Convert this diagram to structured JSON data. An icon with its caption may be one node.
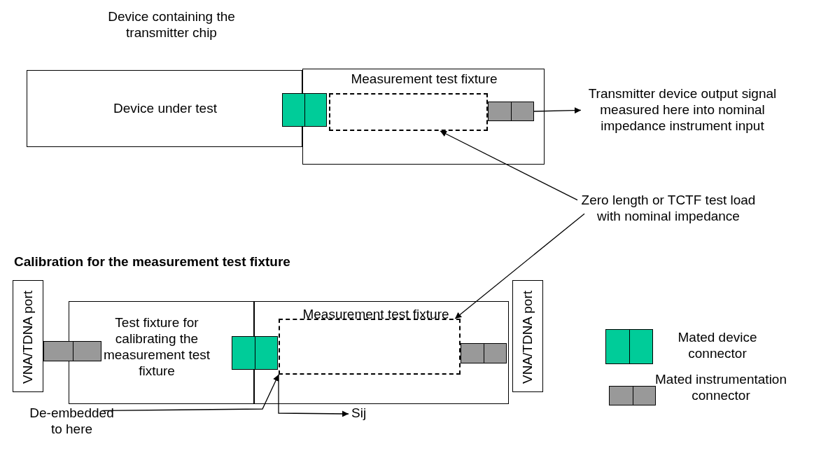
{
  "diagram": {
    "nodes": [
      {
        "text": [
          "Device under test"
        ],
        "beside": [
          "Device containing the transmitter chip"
        ]
      },
      {
        "text": [
          "Measurement test fixture"
        ]
      },
      {
        "text": [],
        "shape": "box"
      },
      {
        "text": [],
        "shape": "box",
        "in": 1
      },
      {
        "text": [],
        "shape": "box",
        "in": 1
      },
      {
        "text": [
          "Transmitter device output signal measured here into nominal impedance instrument input"
        ]
      },
      {
        "text": [
          "Zero length or TCTF test load with nominal impedance"
        ]
      },
      {
        "text": [
          "VNA/TDNA port"
        ]
      },
      {
        "text": [],
        "shape": "box"
      },
      {
        "text": [
          "Test fixture for calibrating the measurement test fixture"
        ]
      },
      {
        "text": [
          "Measurement test fixture"
        ]
      },
      {
        "text": [],
        "shape": "box"
      },
      {
        "text": [],
        "shape": "box",
        "in": 10
      },
      {
        "text": [],
        "shape": "box",
        "in": 10
      },
      {
        "text": [
          "VNA/TDNA port"
        ]
      },
      {
        "text": [
          "De-embedded to here"
        ]
      },
      {
        "text": [
          "Sij"
        ]
      }
    ],
    "edges": [
      {
        "from": 4,
        "to": 5,
        "arrow": "to"
      },
      {
        "from": 6,
        "to": 3,
        "arrow": "to"
      },
      {
        "from": 6,
        "to": 12,
        "arrow": "to"
      },
      {
        "from": 15,
        "to": 12,
        "arrow": "to"
      },
      {
        "from": 12,
        "to": 16,
        "arrow": "to"
      }
    ],
    "labels": [
      "Calibration for the measurement test fixture"
    ],
    "legend": [
      {
        "text": "Mated device connector",
        "color": "#00cc99"
      },
      {
        "text": "Mated instrumentation connector",
        "color": "#999999"
      }
    ]
  }
}
